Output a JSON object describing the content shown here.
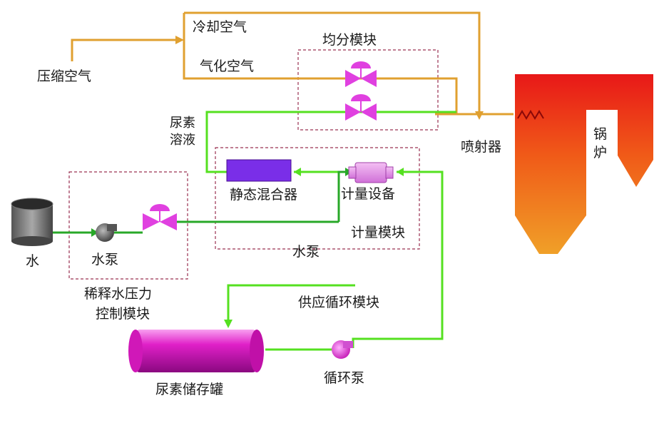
{
  "labels": {
    "compressed_air": "压缩空气",
    "cooling_air": "冷却空气",
    "atomizing_air": "气化空气",
    "distribution_module": "均分模块",
    "urea_solution_line1": "尿素",
    "urea_solution_line2": "溶液",
    "injector": "喷射器",
    "boiler_line1": "锅",
    "boiler_line2": "炉",
    "static_mixer": "静态混合器",
    "metering_device": "计量设备",
    "metering_module": "计量模块",
    "water_pump_lower": "水泵",
    "water": "水",
    "water_pump": "水泵",
    "dilution_module_line1": "稀释水压力",
    "dilution_module_line2": "控制模块",
    "supply_module": "供应循环模块",
    "urea_tank": "尿素储存罐",
    "circulation_pump": "循环泵"
  },
  "colors": {
    "air_line": "#e0a030",
    "liquid_line": "#55e020",
    "dilution_line": "#28a828",
    "valve": "#e040e0",
    "mixer": "#7a2ee8",
    "metering": "#e090e0",
    "tank": "#e020c8",
    "boiler_top": "#e81818",
    "boiler_bottom": "#f0a020",
    "module_border": "#9a3050"
  },
  "icons": {
    "valve": "gate-valve-icon",
    "pump": "pump-icon",
    "tank": "cylinder-tank-icon",
    "nozzle": "injector-nozzle-icon"
  }
}
